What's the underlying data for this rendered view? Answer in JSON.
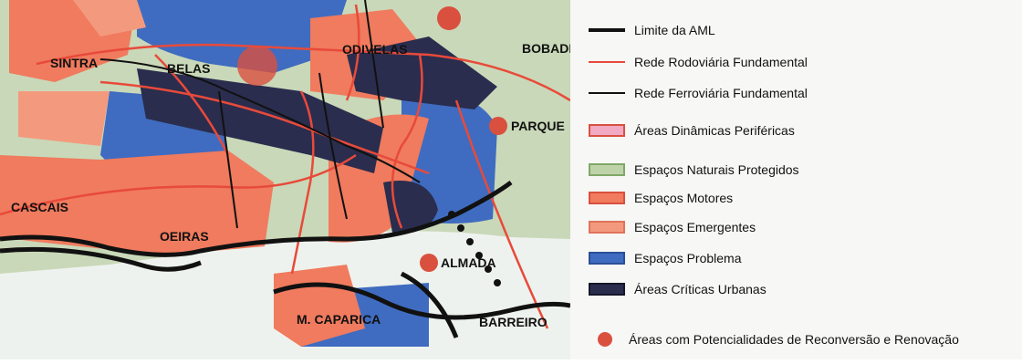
{
  "map": {
    "place_labels": [
      {
        "key": "sintra",
        "text": "SINTRA"
      },
      {
        "key": "belas",
        "text": "BELAS"
      },
      {
        "key": "odivelas",
        "text": "ODIVELAS"
      },
      {
        "key": "bobadela",
        "text": "BOBADE"
      },
      {
        "key": "parque",
        "text": "PARQUE"
      },
      {
        "key": "cascais",
        "text": "CASCAIS"
      },
      {
        "key": "oeiras",
        "text": "OEIRAS"
      },
      {
        "key": "almada",
        "text": "ALMADA"
      },
      {
        "key": "mcaparica",
        "text": "M. CAPARICA"
      },
      {
        "key": "barreiro",
        "text": "BARREIRO"
      }
    ],
    "colors": {
      "motores": "#f07b5e",
      "emergentes": "#f39a7e",
      "problema": "#3f6cc0",
      "criticas": "#2a2d4e",
      "naturais": "#bfd3a8",
      "background": "#c9d8b8",
      "road": "#e84a3a",
      "rail": "#111111",
      "limit": "#111111",
      "reconversion": "#d9503f"
    }
  },
  "legend": {
    "items": [
      {
        "key": "limite",
        "label": "Limite da AML",
        "type": "thick-line",
        "color": "#111111"
      },
      {
        "key": "rodoviaria",
        "label": "Rede Rodoviária Fundamental",
        "type": "line",
        "color": "#e84a3a"
      },
      {
        "key": "ferroviaria",
        "label": "Rede Ferroviária Fundamental",
        "type": "line",
        "color": "#111111"
      },
      {
        "key": "dinamicas",
        "label": "Áreas Dinâmicas Periféricas",
        "type": "box",
        "color": "#f2a9c4",
        "border": "#d9503f"
      },
      {
        "key": "naturais",
        "label": "Espaços Naturais Protegidos",
        "type": "box",
        "color": "#bfd3a8",
        "border": "#7fa868"
      },
      {
        "key": "motores",
        "label": "Espaços Motores",
        "type": "box",
        "color": "#f07b5e",
        "border": "#d9503f"
      },
      {
        "key": "emergentes",
        "label": "Espaços Emergentes",
        "type": "box",
        "color": "#f39a7e",
        "border": "#e0735a"
      },
      {
        "key": "problema",
        "label": "Espaços Problema",
        "type": "box",
        "color": "#3f6cc0",
        "border": "#2a4f96"
      },
      {
        "key": "criticas",
        "label": "Áreas Críticas Urbanas",
        "type": "box",
        "color": "#2a2d4e",
        "border": "#15172a"
      },
      {
        "key": "reconversao",
        "label": "Áreas com Potencialidades de Reconversão e Renovação",
        "type": "dot",
        "color": "#d9503f"
      }
    ]
  }
}
